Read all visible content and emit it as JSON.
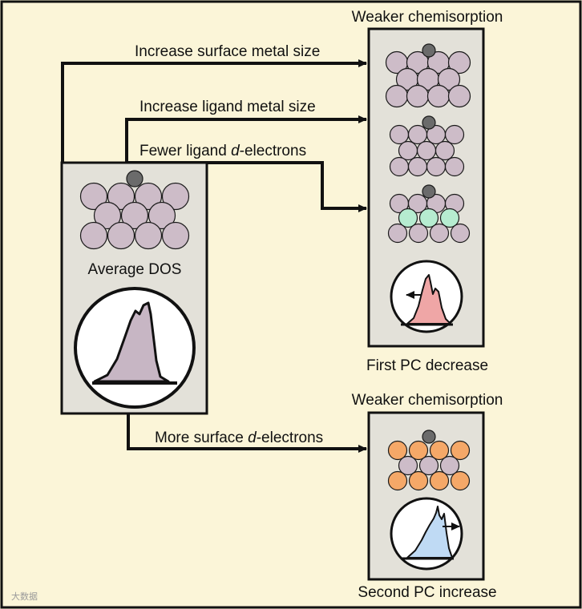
{
  "labels": {
    "top_arrow": "Increase surface metal size",
    "middle_arrow": "Increase ligand metal size",
    "lower_arrow_prefix": "Fewer ligand ",
    "lower_arrow_italic": "d",
    "lower_arrow_suffix": "-electrons",
    "bottom_arrow_prefix": "More surface ",
    "bottom_arrow_italic": "d",
    "bottom_arrow_suffix": "-electrons",
    "left_panel_caption": "Average DOS",
    "top_right_title": "Weaker chemisorption",
    "top_right_caption": "First PC decrease",
    "bottom_right_title": "Weaker chemisorption",
    "bottom_right_caption": "Second PC increase",
    "watermark": "大数据"
  },
  "colors": {
    "background": "#fbf5d8",
    "panel_fill": "#e3e1d9",
    "surface_atom": "#cdbcc8",
    "adsorbate_atom": "#6b6b6b",
    "ligand_green": "#b6ecd0",
    "ligand_orange": "#f5a868",
    "dos_average": "#c7b6c4",
    "dos_decrease": "#efa6a6",
    "dos_increase": "#bfdaf4"
  }
}
